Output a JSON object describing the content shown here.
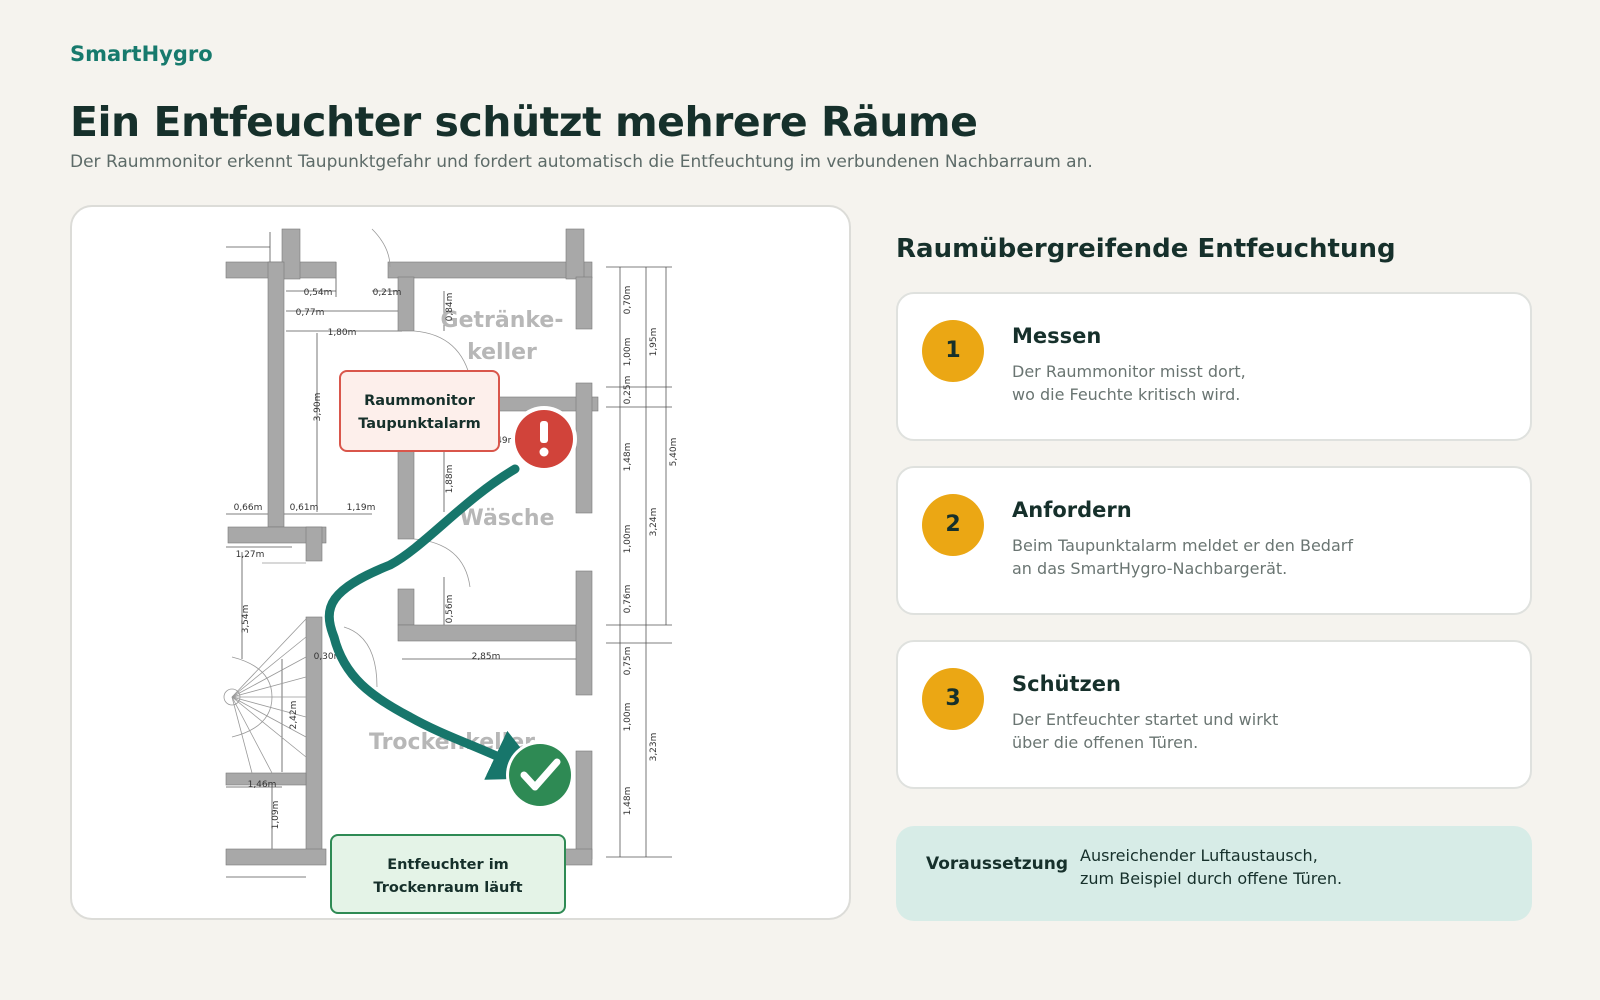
{
  "brand": "SmartHygro",
  "title": "Ein Entfeuchter schützt mehrere Räume",
  "subtitle": "Der Raummonitor erkennt Taupunktgefahr und fordert automatisch die Entfeuchtung im verbundenen Nachbarraum an.",
  "plan": {
    "rooms": {
      "getraenke_line1": "Getränke-",
      "getraenke_line2": "keller",
      "waesche": "Wäsche",
      "trocken": "Trockenkeller"
    },
    "dimensions": [
      "0,54m",
      "0,21m",
      "0,77m",
      "1,80m",
      "0,84m",
      "3,90m",
      "0,49m",
      "1,88m",
      "0,66m",
      "0,61m",
      "1,19m",
      "1,27m",
      "3,54m",
      "0,56m",
      "0,30m",
      "2,85m",
      "2,42m",
      "1,46m",
      "1,09m",
      "0,70m",
      "1,00m",
      "0,25m",
      "1,95m",
      "1,48m",
      "1,00m",
      "0,76m",
      "3,24m",
      "5,40m",
      "0,75m",
      "1,00m",
      "1,48m",
      "3,23m"
    ],
    "alarm_callout_line1": "Raummonitor",
    "alarm_callout_line2": "Taupunktalarm",
    "ok_callout_line1": "Entfeuchter im",
    "ok_callout_line2": "Trockenraum läuft",
    "alarm_icon": "exclamation-icon",
    "ok_icon": "check-icon",
    "colors": {
      "alarm": "#d1433a",
      "ok": "#2e8a54",
      "flow": "#17766b"
    }
  },
  "sidebar": {
    "heading": "Raumübergreifende Entfeuchtung",
    "steps": [
      {
        "number": "1",
        "title": "Messen",
        "line1": "Der Raummonitor misst dort,",
        "line2": "wo die Feuchte kritisch wird."
      },
      {
        "number": "2",
        "title": "Anfordern",
        "line1": "Beim Taupunktalarm meldet er den Bedarf",
        "line2": "an das SmartHygro-Nachbargerät."
      },
      {
        "number": "3",
        "title": "Schützen",
        "line1": "Der Entfeuchter startet und wirkt",
        "line2": "über die offenen Türen."
      }
    ],
    "note": {
      "label": "Voraussetzung",
      "line1": "Ausreichender Luftaustausch,",
      "line2": "zum Beispiel durch offene Türen."
    }
  },
  "colors": {
    "accent": "#177a6d",
    "step_badge": "#eba714",
    "background": "#f5f3ee",
    "note_bg": "#d7ece7"
  }
}
